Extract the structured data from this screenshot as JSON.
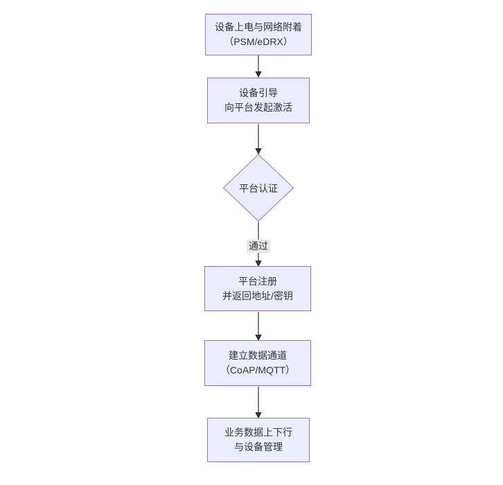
{
  "diagram": {
    "type": "flowchart",
    "direction": "top-down",
    "colors": {
      "node_fill": "#ECECFF",
      "node_border": "#9370DB",
      "text": "#333333",
      "edge_line": "#333333",
      "edge_label_bg": "#E8E8E8",
      "background": "#FFFFFF"
    },
    "nodes": {
      "power": {
        "shape": "rect",
        "line1": "设备上电与网络附着",
        "line2": "（PSM/eDRX）"
      },
      "boot": {
        "shape": "rect",
        "line1": "设备引导",
        "line2": "向平台发起激活"
      },
      "auth": {
        "shape": "diamond",
        "line1": "平台认证"
      },
      "register": {
        "shape": "rect",
        "line1": "平台注册",
        "line2": "并返回地址/密钥"
      },
      "channel": {
        "shape": "rect",
        "line1": "建立数据通道",
        "line2": "（CoAP/MQTT）"
      },
      "business": {
        "shape": "rect",
        "line1": "业务数据上下行",
        "line2": "与设备管理"
      }
    },
    "edges": [
      {
        "from": "power",
        "to": "boot",
        "label": ""
      },
      {
        "from": "boot",
        "to": "auth",
        "label": ""
      },
      {
        "from": "auth",
        "to": "register",
        "label": "通过"
      },
      {
        "from": "register",
        "to": "channel",
        "label": ""
      },
      {
        "from": "channel",
        "to": "business",
        "label": ""
      }
    ]
  }
}
